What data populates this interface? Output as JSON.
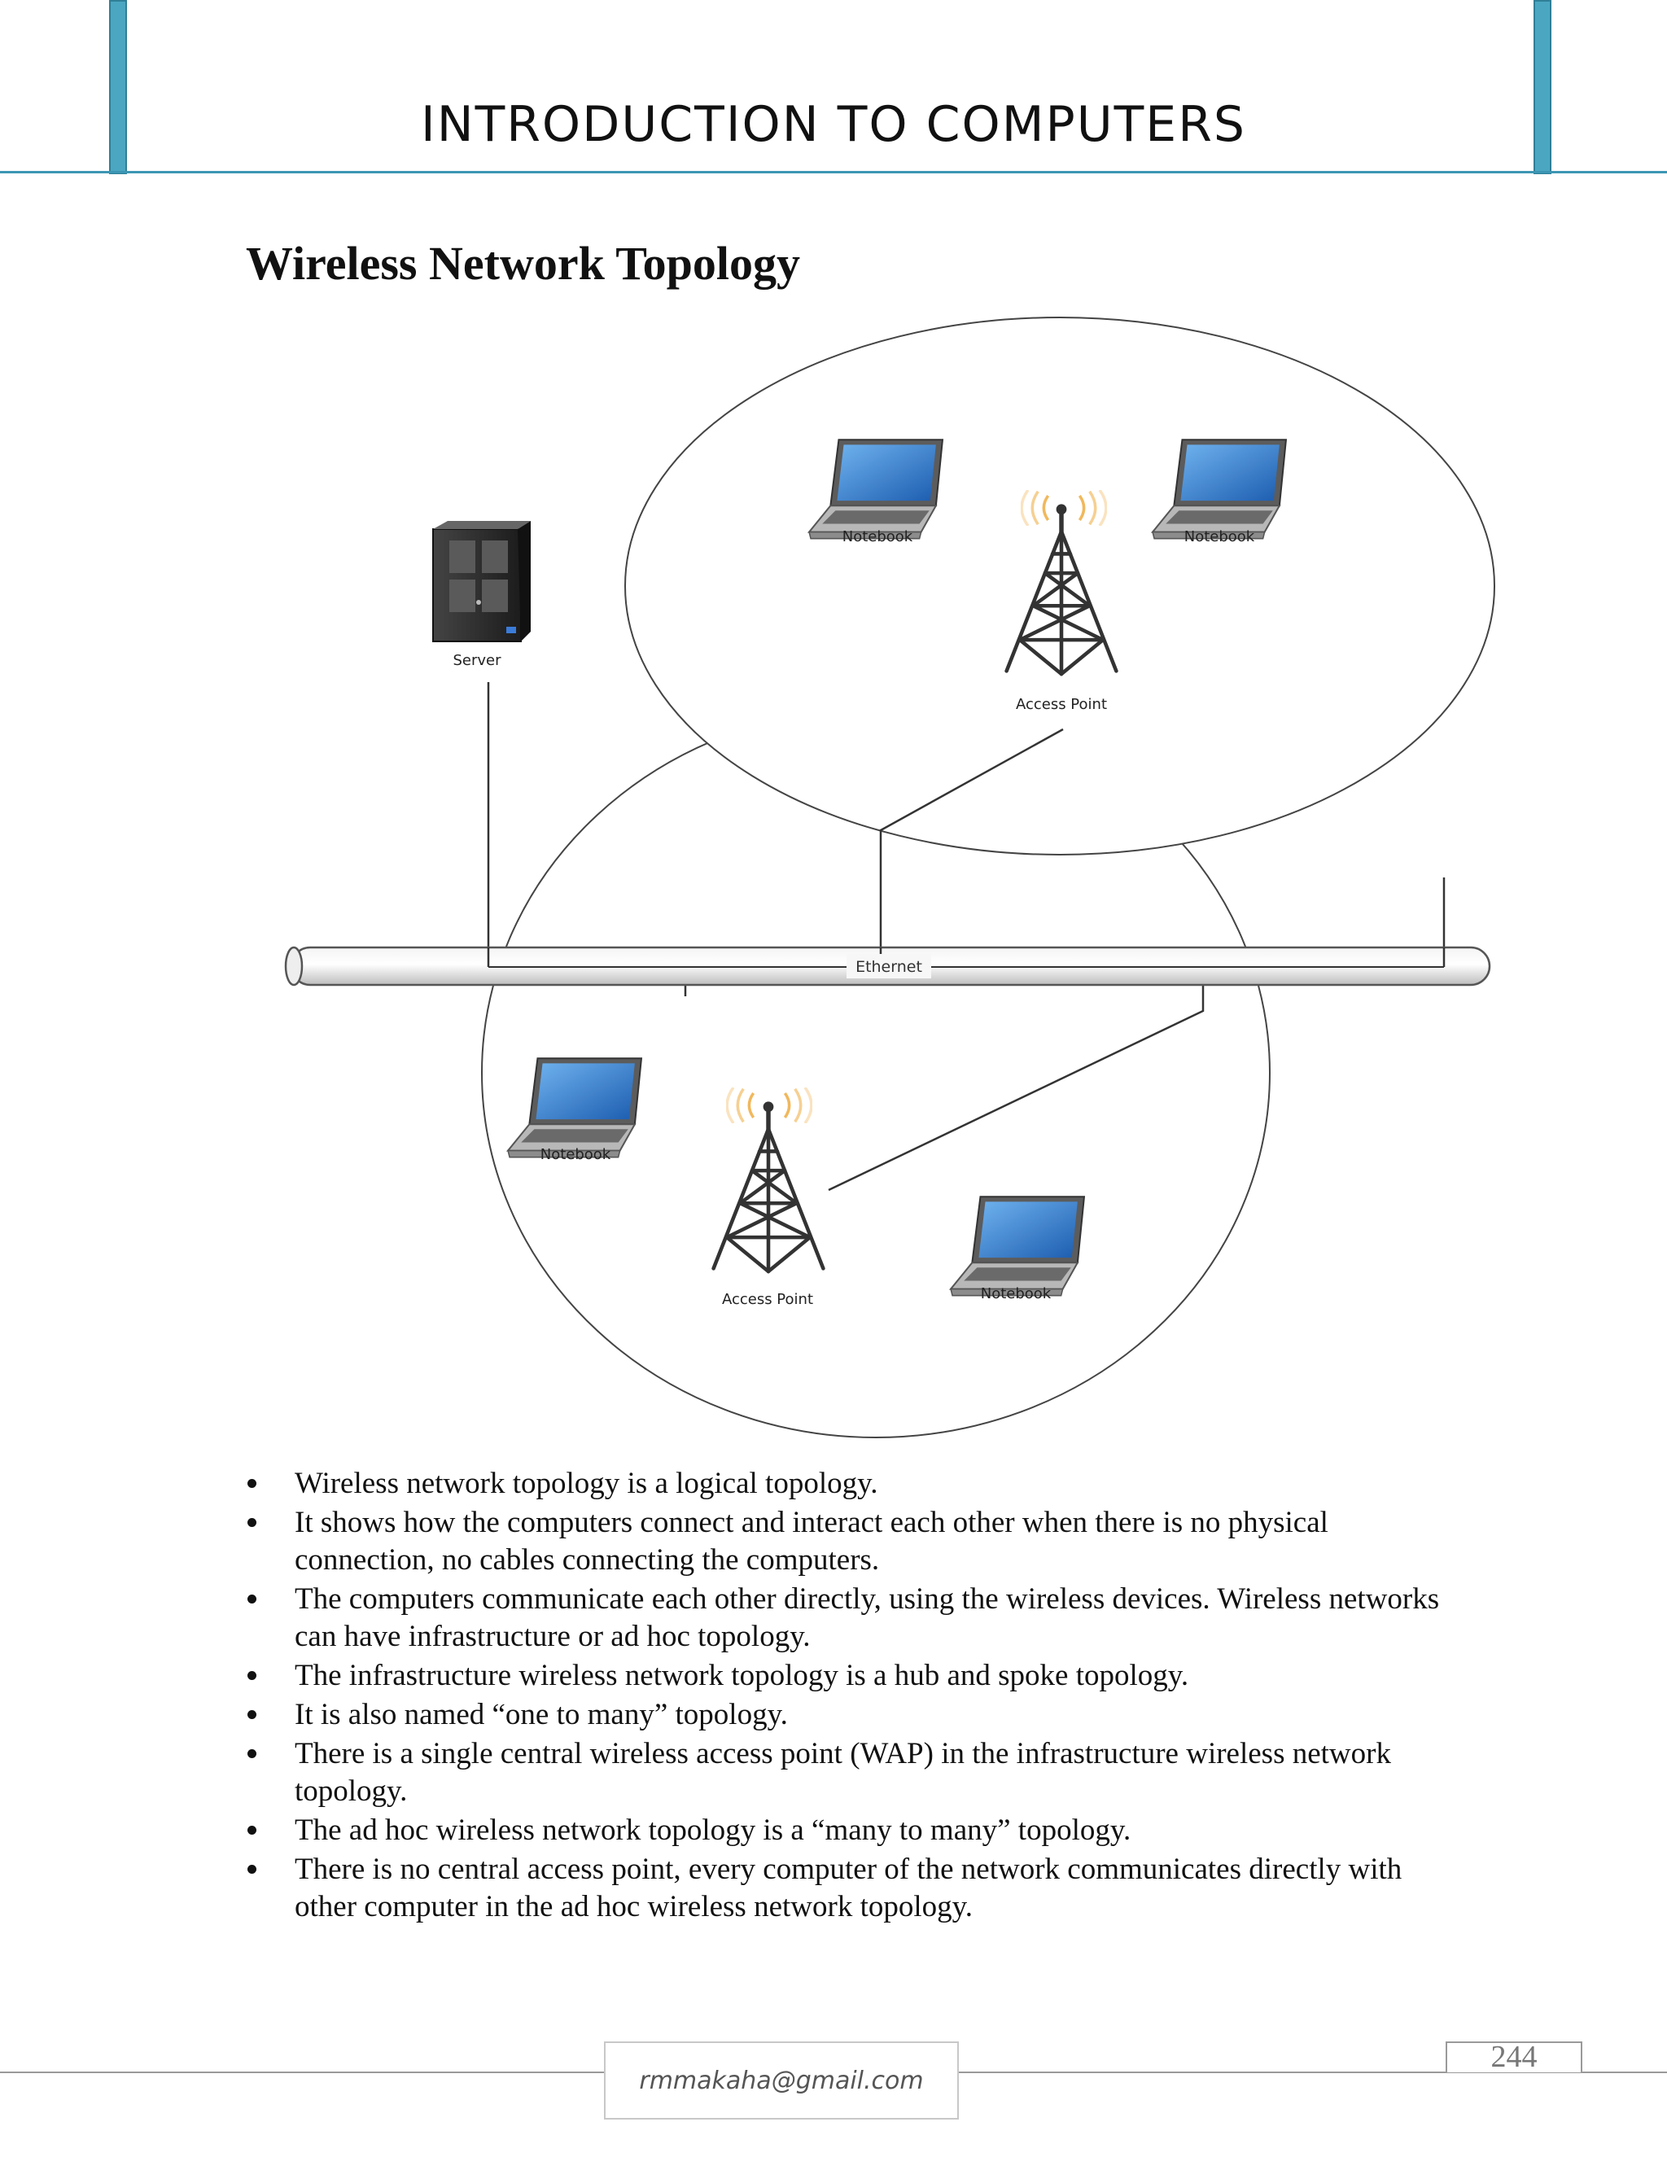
{
  "header": {
    "title": "INTRODUCTION TO COMPUTERS"
  },
  "section": {
    "title": "Wireless Network Topology"
  },
  "diagram": {
    "labels": {
      "server": "Server",
      "notebook_top_left": "Notebook",
      "notebook_top_right": "Notebook",
      "access_point_top": "Access Point",
      "ethernet": "Ethernet",
      "notebook_bottom_left": "Notebook",
      "access_point_bottom": "Access Point",
      "notebook_bottom_right": "Notebook"
    },
    "colors": {
      "screen": "#2f76c8",
      "signal": "#f0b04a",
      "server": "#2a2a2a"
    }
  },
  "bullets": [
    "Wireless network topology is a logical topology.",
    "It shows how the computers connect and interact each other when there is no physical connection, no cables connecting the computers.",
    "The computers communicate each other directly, using the wireless devices. Wireless networks can have infrastructure or ad hoc topology.",
    "The infrastructure wireless network topology is a hub and spoke topology.",
    "It is also named “one to many” topology.",
    "There is a single central wireless access point (WAP) in the infrastructure wireless network topology.",
    "The ad hoc wireless network topology is a “many to many” topology.",
    "There is no central access point, every computer of the network communicates directly with other computer in the ad hoc wireless network topology."
  ],
  "footer": {
    "email": "rmmakaha@gmail.com",
    "page_number": "244"
  }
}
